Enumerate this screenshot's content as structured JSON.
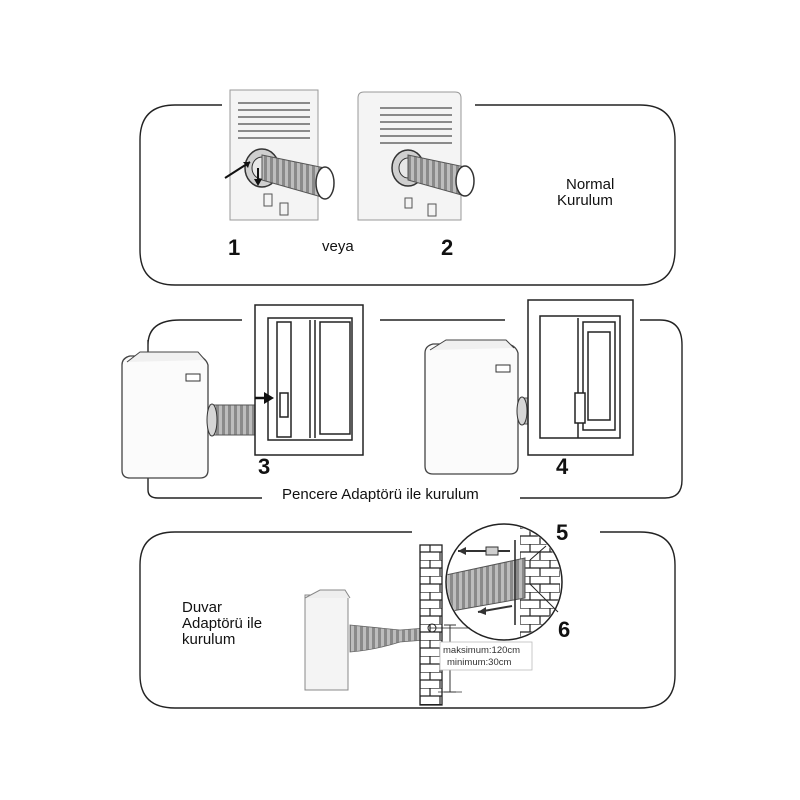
{
  "normal": {
    "step1": "1",
    "or_text": "veya",
    "step2": "2",
    "caption_line1": "Normal",
    "caption_line2": "Kurulum"
  },
  "window": {
    "step3": "3",
    "step4": "4",
    "caption": "Pencere Adaptörü ile kurulum"
  },
  "wall": {
    "caption_line1": "Duvar",
    "caption_line2": "Adaptörü ile",
    "caption_line3": "kurulum",
    "step5": "5",
    "step6": "6",
    "max_label": "maksimum:120cm",
    "min_label": "minimum:30cm"
  }
}
